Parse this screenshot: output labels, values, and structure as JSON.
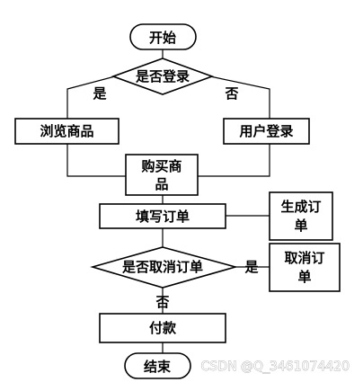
{
  "flow": {
    "start": "开始",
    "login_question": "是否登录",
    "branch_yes": "是",
    "branch_no": "否",
    "browse": "浏览商品",
    "user_login": "用户登录",
    "buy_line1": "购买商",
    "buy_line2": "品",
    "fill_order": "填写订单",
    "generate_line1": "生成订",
    "generate_line2": "单",
    "cancel_question": "是否取消订单",
    "cancel_yes": "是",
    "cancel_order_line1": "取消订",
    "cancel_order_line2": "单",
    "cancel_no": "否",
    "pay": "付款",
    "end": "结束"
  },
  "watermark": "CSDN @Q_3461074420"
}
